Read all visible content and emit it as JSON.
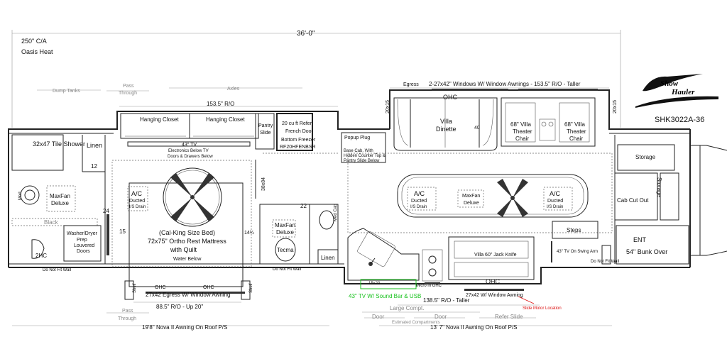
{
  "header": {
    "overall_length": "36'-0\"",
    "ac_spec": "250\" C/A",
    "heat_spec": "Oasis Heat",
    "brand_line1": "Show",
    "brand_line2": "Hauler",
    "model": "SHK3022A-36"
  },
  "dimensions": {
    "dump_tanks": "Dump Tanks",
    "pass_through_top_1": "Pass",
    "pass_through_top_2": "Through",
    "axles": "Axles",
    "top_ro": "153.5\" R/O",
    "windows": "2-27x42\" Windows W/ Window Awnings - 153.5\" R/O - Taller",
    "egress_top": "Egress",
    "window_left": "20x15",
    "window_right": "20x15",
    "bottom_left_ro": "88.5\" R/O - Up 20\"",
    "bottom_right_ro": "138.5\" R/O - Taller",
    "pass_through_bot_1": "Pass",
    "pass_through_bot_2": "Through",
    "large_compt": "Large Compt.",
    "door1": "Door",
    "door2": "Door",
    "estimated_compartments": "Estimated Compartments",
    "refer_slide": "Refer Slide",
    "awning_left": "19'8\" Nova II Awning On Roof P/S",
    "awning_right": "13' 7\" Nova II Awning On Roof P/S",
    "slide_motor": "Slide Motor Location"
  },
  "rooms": {
    "shower": "32x47 Tile Shower",
    "linen_top": "Linen",
    "linen_dim": "12",
    "maxfan_bath_1": "MaxFan",
    "maxfan_bath_2": "Deluxe",
    "mod_sink": "Mod",
    "black_tank": "Black",
    "washer_dryer_1": "Washer/Dryer",
    "washer_dryer_2": "Prep",
    "washer_dryer_3": "Louvered",
    "washer_dryer_4": "Doors",
    "dim_24": "24",
    "dim_15": "15",
    "toilet_left": "2HC",
    "not_fit_left": "Do Not Fit Wall",
    "hanging_closet_1": "Hanging Closet",
    "hanging_closet_2": "Hanging Closet",
    "bed_tv": "43\" TV",
    "bed_tv_note": "Electronics Below TV",
    "bed_tv_note2": "Doors & Drawers Below",
    "ac_bed_1": "A/C",
    "ac_bed_2": "Ducted",
    "ac_bed_3": "I/S Drain",
    "bed_1": "(Cal-King Size Bed)",
    "bed_2": "72x75\"  Ortho Rest Mattress",
    "bed_3": "with Quilt",
    "bed_4": "Water Below",
    "ohc_bed_1": "OHC",
    "ohc_bed_2": "OHC",
    "egress_bottom": "27x42 Egress W/ Window Awning",
    "shelf_left": "Shelf",
    "shelf_right": "Shelf",
    "dim_14": "14¼",
    "pantry_1": "Pantry",
    "pantry_2": "Slide",
    "fridge_1": "20 cu ft Refer",
    "fridge_2": "French Door",
    "fridge_3": "Bottom Freezer",
    "fridge_4": "RF20HFENBSR",
    "dim_38": "38x84",
    "dim_22": "22",
    "maxfan_half_1": "MaxFan",
    "maxfan_half_2": "Deluxe",
    "tecma": "Tecma",
    "med_cab": "Med Cab",
    "linen_bottom": "Linen",
    "not_fit_mid": "Do Not Fit Wall",
    "popup_plug": "Popup Plug",
    "base_cab_1": "Base Cab. With",
    "base_cab_2": "Hidden Counter Top &",
    "base_cab_3": "Pantry Slide Below",
    "ohc_top": "OHC",
    "villa_dinette_1": "Villa",
    "villa_dinette_2": "Dinette",
    "dim_40": "40",
    "theater_left_1": "68\" Villa",
    "theater_left_2": "Theater",
    "theater_left_3": "Chair",
    "theater_right_1": "68\" Villa",
    "theater_right_2": "Theater",
    "theater_right_3": "Chair",
    "ac_mid_1": "A/C",
    "ac_mid_2": "Ducted",
    "ac_mid_3": "I/S Drain",
    "maxfan_mid_1": "MaxFan",
    "maxfan_mid_2": "Deluxe",
    "ac_right_1": "A/C",
    "ac_right_2": "Ducted",
    "ac_right_3": "I/S Drain",
    "kitchen_tv_size": "15x20",
    "micro_ohc": "Micro in OHC",
    "kitchen_tv": "43\" TV W/ Sound Bar & USB",
    "jack_knife": "Villa 60\" Jack Knife",
    "ohc_bottom": "OHC",
    "window_bottom": "27x42 W/ Window Awning",
    "steps": "Steps",
    "swing_tv": "43\" TV On Swing Arm",
    "not_fit_right": "Do Not Fit Wall",
    "storage_top": "Storage",
    "storage_side": "Storage",
    "cab_cut_out": "Cab Cut Out",
    "ent": "ENT",
    "bunk": "54\" Bunk Over"
  },
  "colors": {
    "wall": "#222222",
    "dimension": "#999999",
    "green_note": "#19c21e",
    "red_note": "#dd1111"
  }
}
